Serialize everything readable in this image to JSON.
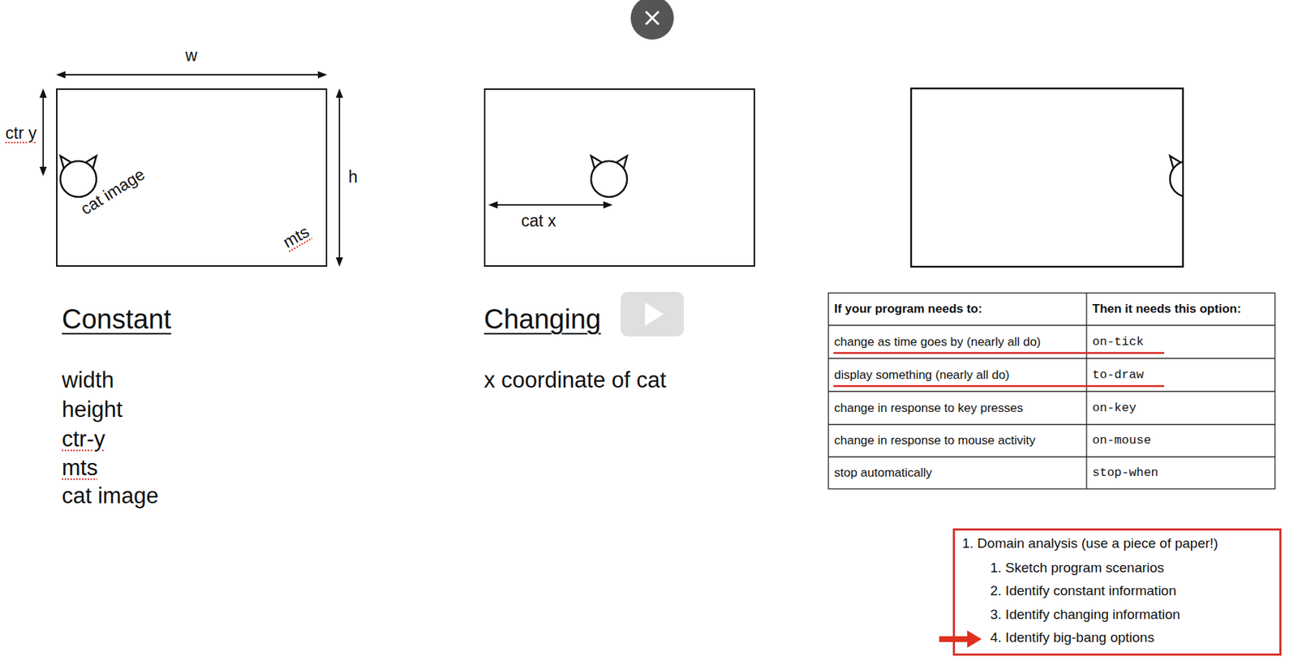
{
  "diagram": {
    "nodes": [
      {
        "text": [
          "cat image",
          "mts"
        ]
      },
      {
        "text": [
          "cat x"
        ]
      },
      {
        "text": [
          "1. Domain analysis (use a piece of paper!)",
          "1. Sketch program scenarios",
          "2. Identify constant information",
          "3. Identify changing information",
          "4. Identify big-bang options"
        ]
      }
    ],
    "labels": [
      "w",
      "ctr y",
      "h",
      "Constant",
      "width",
      "height",
      "ctr-y",
      "mts",
      "cat image",
      "Changing",
      "x coordinate of cat",
      "If your program needs to:",
      "Then it needs this option:",
      "change as time goes by (nearly all do)",
      "on-tick",
      "display something (nearly all do)",
      "to-draw",
      "change in response to key presses",
      "on-key",
      "change in response to mouse activity",
      "on-mouse",
      "stop automatically",
      "stop-when"
    ]
  }
}
